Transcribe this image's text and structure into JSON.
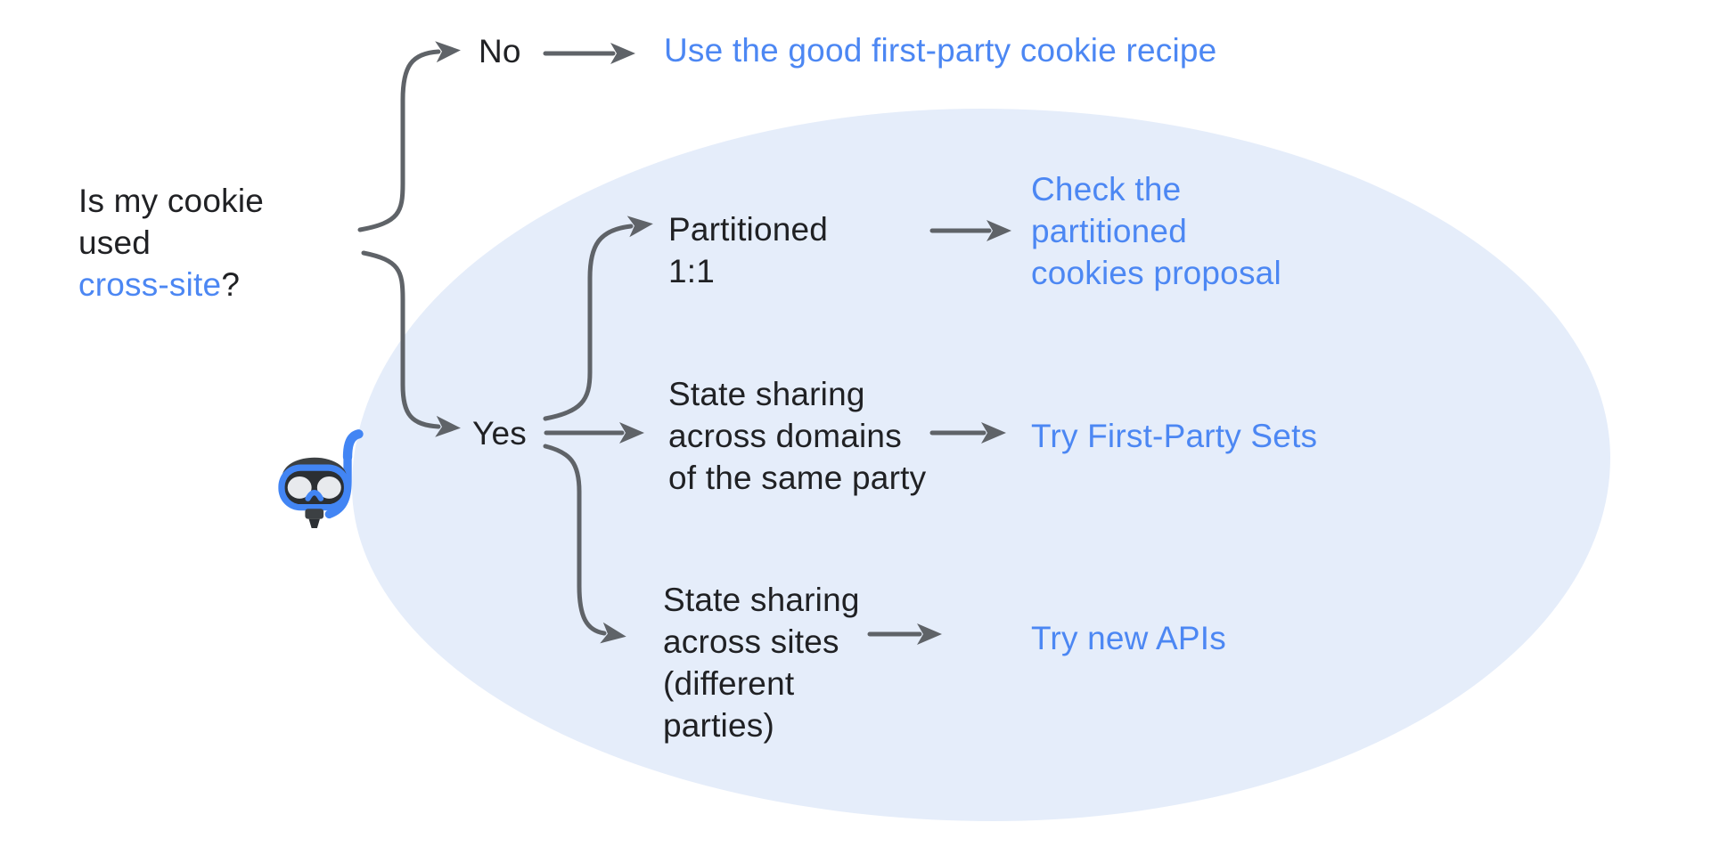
{
  "colors": {
    "text": "#202124",
    "link": "#4C87F3",
    "arrow": "#5F6368",
    "highlight_ellipse": "#E5EDFA"
  },
  "question": {
    "lines": [
      "Is my cookie",
      "used"
    ],
    "link_text": "cross-site",
    "suffix": "?"
  },
  "decision_no": {
    "label": "No",
    "outcome": "Use the good first-party cookie recipe"
  },
  "decision_yes": {
    "label": "Yes"
  },
  "yes_branches": [
    {
      "condition_lines": [
        "Partitioned",
        "1:1"
      ],
      "outcome_lines": [
        "Check the",
        "partitioned",
        "cookies proposal"
      ]
    },
    {
      "condition_lines": [
        "State sharing",
        "across domains",
        "of the same party"
      ],
      "outcome_lines": [
        "Try First-Party Sets"
      ]
    },
    {
      "condition_lines": [
        "State sharing",
        "across sites",
        "(different",
        "parties)"
      ],
      "outcome_lines": [
        "Try new APIs"
      ]
    }
  ],
  "emoji": {
    "name": "diving-mask",
    "char": "🤿"
  }
}
